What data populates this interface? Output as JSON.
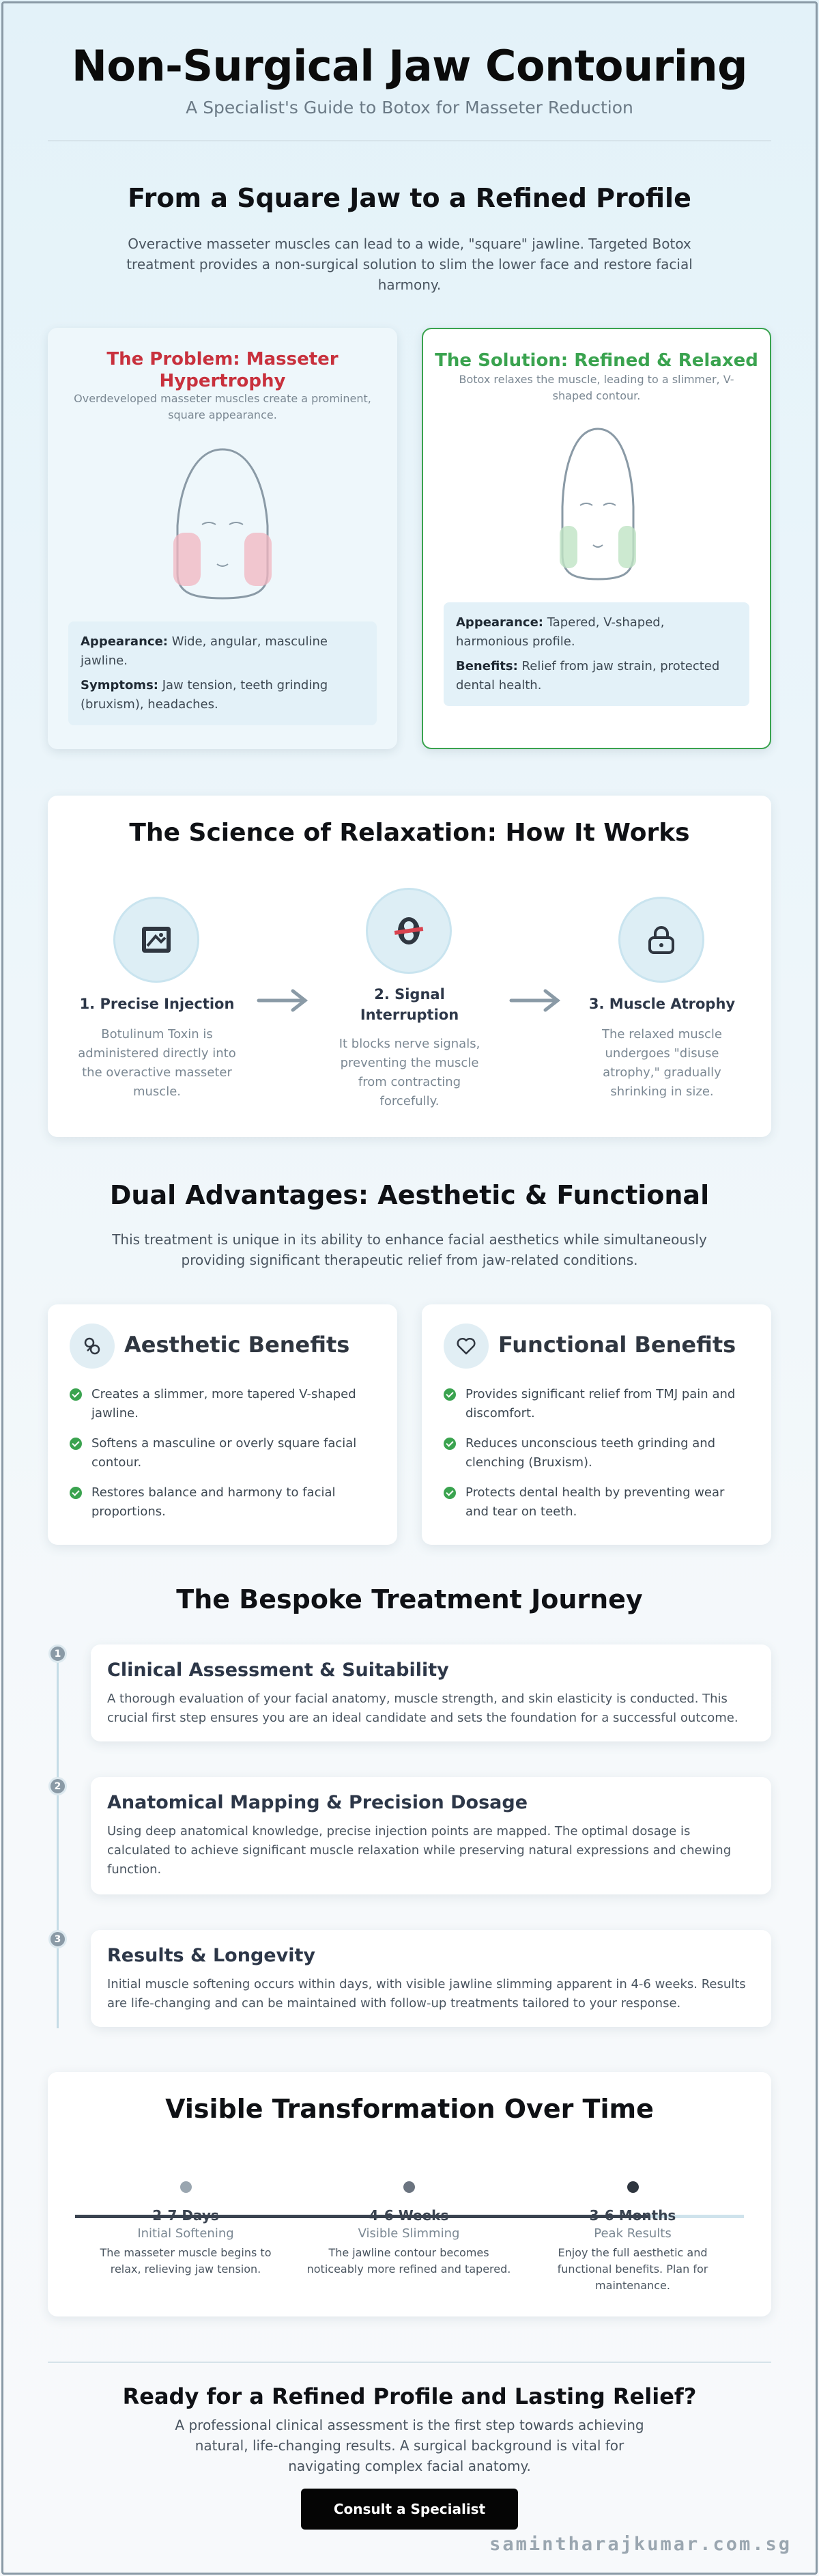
{
  "header": {
    "title": "Non-Surgical Jaw Contouring",
    "subtitle": "A Specialist's Guide to Botox for Masseter Reduction"
  },
  "intro_section": {
    "title": "From a Square Jaw to a Refined Profile",
    "text": "Overactive masseter muscles can lead to a wide, \"square\" jawline. Targeted Botox treatment provides a non-surgical solution to slim the lower face and restore facial harmony."
  },
  "problem_card": {
    "title": "The Problem: Masseter Hypertrophy",
    "subtitle": "Overdeveloped masseter muscles create a prominent, square appearance.",
    "appearance_label": "Appearance:",
    "appearance_text": "Wide, angular, masculine jawline.",
    "symptoms_label": "Symptoms:",
    "symptoms_text": "Jaw tension, teeth grinding (bruxism), headaches.",
    "title_color": "#c8313d"
  },
  "solution_card": {
    "title": "The Solution: Refined & Relaxed",
    "subtitle": "Botox relaxes the muscle, leading to a slimmer, V-shaped contour.",
    "appearance_label": "Appearance:",
    "appearance_text": "Tapered, V-shaped, harmonious profile.",
    "benefits_label": "Benefits:",
    "benefits_text": "Relief from jaw strain, protected dental health.",
    "title_color": "#3aa34f"
  },
  "science": {
    "title": "The Science of Relaxation: How It Works",
    "steps": [
      {
        "title": "1. Precise Injection",
        "desc": "Botulinum Toxin is administered directly into the overactive masseter muscle.",
        "icon": "syringe-icon"
      },
      {
        "title": "2. Signal Interruption",
        "desc": "It blocks nerve signals, preventing the muscle from contracting forcefully.",
        "icon": "signal-block-icon"
      },
      {
        "title": "3. Muscle Atrophy",
        "desc": "The relaxed muscle undergoes \"disuse atrophy,\" gradually shrinking in size.",
        "icon": "unlock-icon"
      }
    ]
  },
  "advantages": {
    "title": "Dual Advantages: Aesthetic & Functional",
    "text": "This treatment is unique in its ability to enhance facial aesthetics while simultaneously providing significant therapeutic relief from jaw-related conditions.",
    "aesthetic": {
      "title": "Aesthetic Benefits",
      "items": [
        "Creates a slimmer, more tapered V-shaped jawline.",
        "Softens a masculine or overly square facial contour.",
        "Restores balance and harmony to facial proportions."
      ]
    },
    "functional": {
      "title": "Functional Benefits",
      "items": [
        "Provides significant relief from TMJ pain and discomfort.",
        "Reduces unconscious teeth grinding and clenching (Bruxism).",
        "Protects dental health by preventing wear and tear on teeth."
      ]
    }
  },
  "journey": {
    "title": "The Bespoke Treatment Journey",
    "steps": [
      {
        "num": "1",
        "title": "Clinical Assessment & Suitability",
        "desc": "A thorough evaluation of your facial anatomy, muscle strength, and skin elasticity is conducted. This crucial first step ensures you are an ideal candidate and sets the foundation for a successful outcome."
      },
      {
        "num": "2",
        "title": "Anatomical Mapping & Precision Dosage",
        "desc": "Using deep anatomical knowledge, precise injection points are mapped. The optimal dosage is calculated to achieve significant muscle relaxation while preserving natural expressions and chewing function."
      },
      {
        "num": "3",
        "title": "Results & Longevity",
        "desc": "Initial muscle softening occurs within days, with visible jawline slimming apparent in 4-6 weeks. Results are life-changing and can be maintained with follow-up treatments tailored to your response."
      }
    ]
  },
  "transformation": {
    "title": "Visible Transformation Over Time",
    "milestones": [
      {
        "period": "2-7 Days",
        "phase": "Initial Softening",
        "desc": "The masseter muscle begins to relax, relieving jaw tension.",
        "dot_color": "#9aa6b0"
      },
      {
        "period": "4-6 Weeks",
        "phase": "Visible Slimming",
        "desc": "The jawline contour becomes noticeably more refined and tapered.",
        "dot_color": "#6b7480"
      },
      {
        "period": "3-6 Months",
        "phase": "Peak Results",
        "desc": "Enjoy the full aesthetic and functional benefits. Plan for maintenance.",
        "dot_color": "#2f3640"
      }
    ],
    "progress": 0.86
  },
  "cta": {
    "title": "Ready for a Refined Profile and Lasting Relief?",
    "text": "A professional clinical assessment is the first step towards achieving natural, life-changing results. A surgical background is vital for navigating complex facial anatomy.",
    "button_label": "Consult a Specialist"
  },
  "watermark": "samintharajkumar.com.sg"
}
